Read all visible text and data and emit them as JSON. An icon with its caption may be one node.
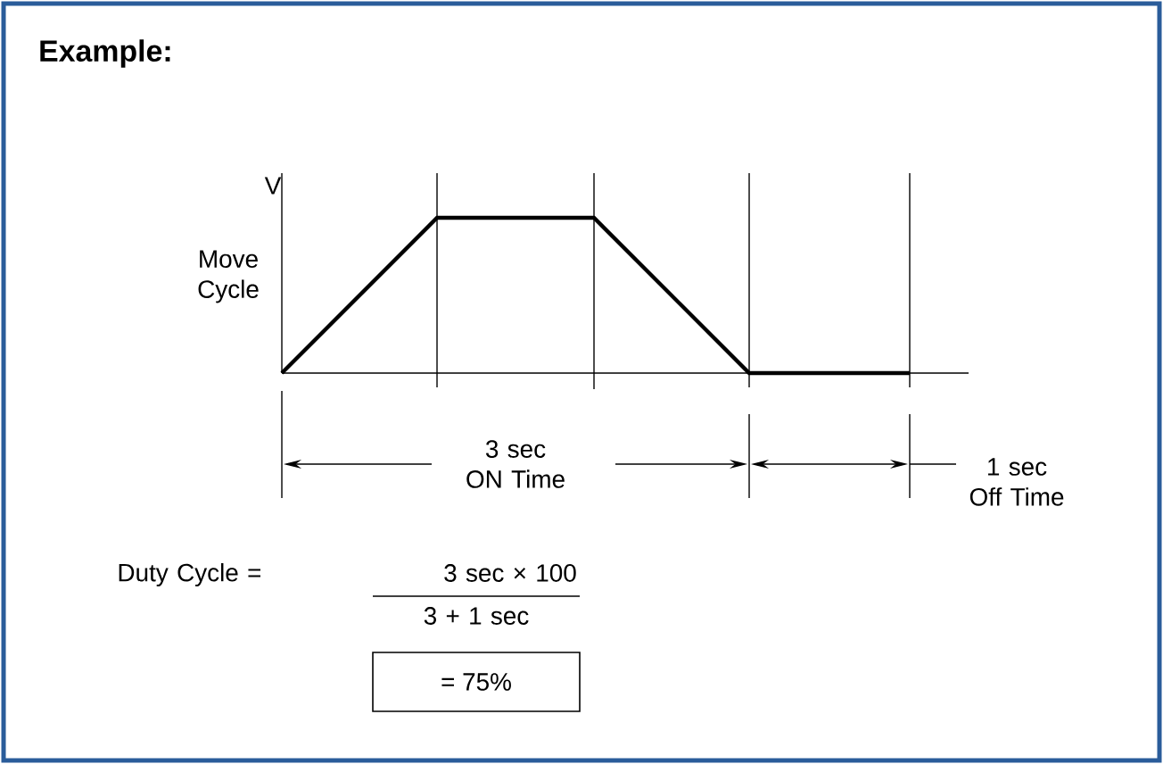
{
  "diagram": {
    "title": "Example:",
    "nodes": [
      {
        "text": [
          "= 75%"
        ]
      }
    ],
    "labels": [
      "V",
      "Move Cycle",
      "3 sec ON Time",
      "1 sec Off Time",
      "Duty Cycle =",
      "3 sec × 100",
      "3 + 1 sec"
    ]
  }
}
